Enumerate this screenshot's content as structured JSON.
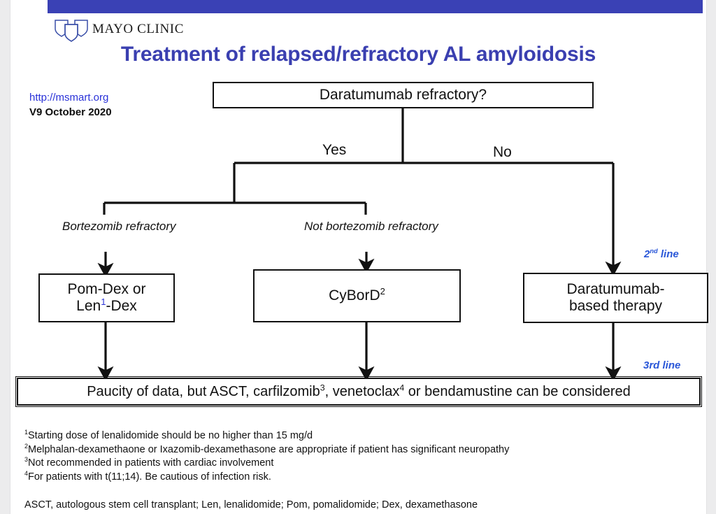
{
  "page": {
    "brand": "MAYO CLINIC",
    "title": "Treatment of relapsed/refractory AL amyloidosis",
    "link": "http://msmart.org",
    "version": "V9 October 2020",
    "accent_blue": "#3a41b5",
    "title_blue": "#3a3fb0",
    "link_blue": "#2a32d8",
    "label_blue": "#2a57d8"
  },
  "flow": {
    "decision": "Daratumumab refractory?",
    "branch_yes": "Yes",
    "branch_no": "No",
    "sublabel_bortezomib": "Bortezomib refractory",
    "sublabel_not_bortezomib": "Not bortezomib refractory",
    "box_pom_line1": "Pom-Dex or",
    "box_pom_line2_pre": "Len",
    "box_pom_line2_sup": "1",
    "box_pom_line2_post": "-Dex",
    "box_cyborD_pre": "CyBorD",
    "box_cyborD_sup": "2",
    "box_dara_line1": "Daratumumab-",
    "box_dara_line2": "based therapy",
    "line_2nd_num": "2",
    "line_2nd_sup": "nd",
    "line_2nd_word": " line",
    "line_3rd": "3rd line",
    "bottom_pre": "Paucity of data, but ASCT, carfilzomib",
    "bottom_sup3": "3",
    "bottom_mid": ", venetoclax",
    "bottom_sup4": "4",
    "bottom_post": " or bendamustine can be considered"
  },
  "footnotes": [
    {
      "marker": "1",
      "text": "Starting dose of lenalidomide should be no higher than 15 mg/d"
    },
    {
      "marker": "2",
      "text": "Melphalan-dexamethaone or Ixazomib-dexamethasone are appropriate if patient has significant neuropathy"
    },
    {
      "marker": "3",
      "text": "Not recommended in patients with cardiac involvement"
    },
    {
      "marker": "4",
      "text": "For patients with t(11;14). Be cautious of infection risk."
    }
  ],
  "abbreviations": "ASCT, autologous stem cell transplant; Len, lenalidomide; Pom, pomalidomide; Dex, dexamethasone"
}
